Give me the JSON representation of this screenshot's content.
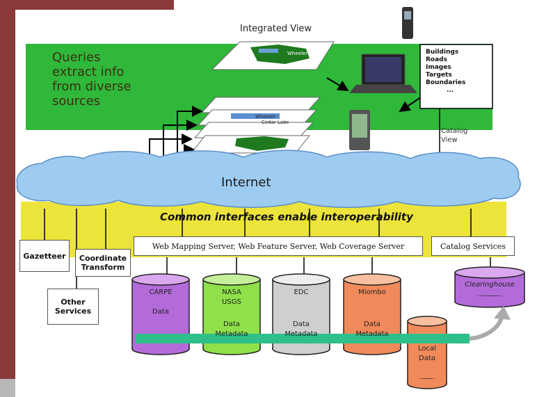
{
  "integrated_view": {
    "title": "Integrated View",
    "layer_labels": [
      "Wheeler Lake",
      "Wheeler",
      "Cedar Lake"
    ]
  },
  "queries_text": [
    "Queries",
    "extract info",
    "from diverse",
    "sources"
  ],
  "catalog_list": {
    "items": [
      "Buildings",
      "Roads",
      "Images",
      "Targets",
      "Boundaries",
      "..."
    ]
  },
  "catalog_view_label": [
    "Catalog",
    "View"
  ],
  "internet_label": "Internet",
  "common_interfaces": "Common interfaces enable interoperability",
  "servers_label": "Web Mapping Server, Web Feature Server, Web Coverage Server",
  "catalog_services": "Catalog Services",
  "gazetteer": "Gazetteer",
  "coordinate_transform": [
    "Coordinate",
    "Transform"
  ],
  "other_services": [
    "Other",
    "Services"
  ],
  "datastores": [
    {
      "name": "CARPE",
      "lines": [
        "Data"
      ],
      "color": "#b36bd9"
    },
    {
      "name": "NASA",
      "lines": [
        "USGS",
        "",
        "Data",
        "Metadata"
      ],
      "color": "#8fe04a"
    },
    {
      "name": "EDC",
      "lines": [
        "",
        "",
        "Data",
        "Metadata"
      ],
      "color": "#cfcfcf"
    },
    {
      "name": "Miombo",
      "lines": [
        "",
        "",
        "Data",
        "Metadata"
      ],
      "color": "#f08a5a"
    }
  ],
  "local_data": [
    "Local",
    "Data"
  ],
  "clearinghouse": "Clearinghouse",
  "colors": {
    "green_band": "#2fb83a",
    "yellow_band": "#ece43a",
    "cloud": "#9ecbf0",
    "cloud_border": "#5a8ec8",
    "teal_bar": "#2fbf8a",
    "maroon_bg": "#8a3a3a"
  }
}
